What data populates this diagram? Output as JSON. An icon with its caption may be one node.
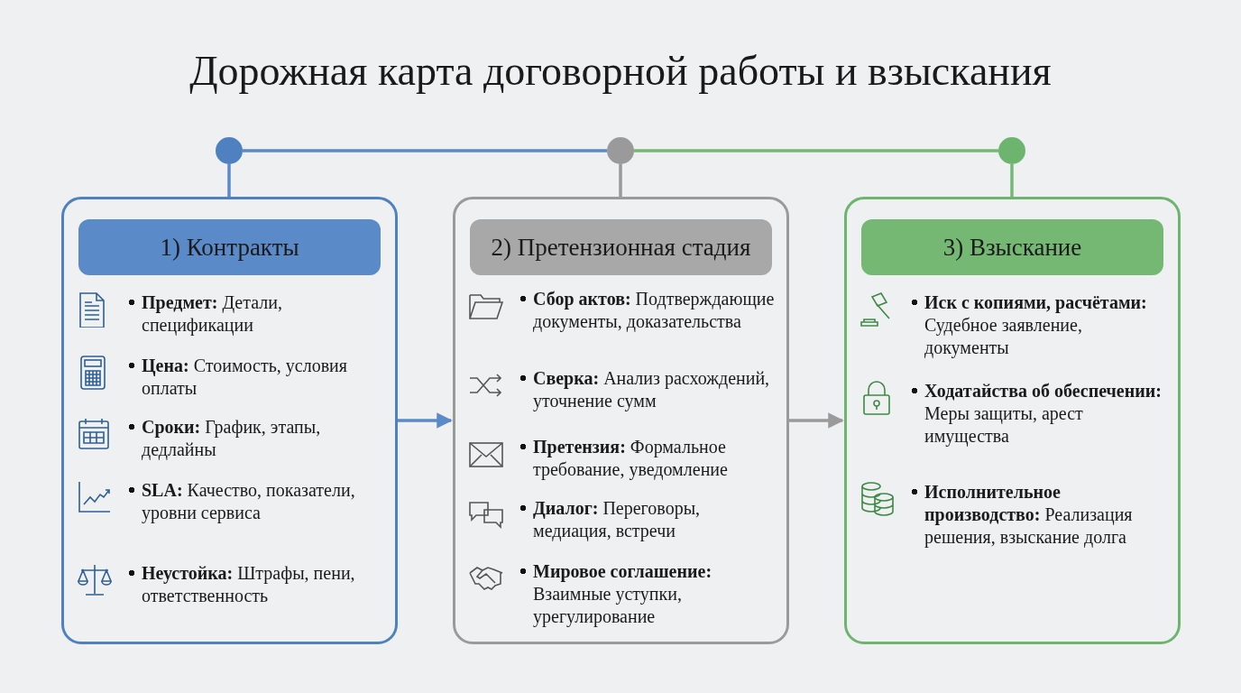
{
  "diagram": {
    "title": "Дорожная карта договорной работы и взыскания",
    "nodes": [
      {
        "text": [],
        "shape": "circle"
      },
      {
        "text": [],
        "shape": "circle"
      },
      {
        "text": [],
        "shape": "circle"
      },
      {
        "text": [
          "1) Контракты"
        ]
      },
      {
        "text": [
          "**Предмет:** Детали, спецификации"
        ],
        "in": 3
      },
      {
        "text": [
          "**Цена:** Стоимость, условия оплаты"
        ],
        "in": 3
      },
      {
        "text": [
          "**Сроки:** График, этапы, дедлайны"
        ],
        "in": 3
      },
      {
        "text": [
          "**SLA:** Качество, показатели, уровни сервиса"
        ],
        "in": 3
      },
      {
        "text": [
          "**Неустойка:** Штрафы, пени, ответственность"
        ],
        "in": 3
      },
      {
        "text": [
          "2) Претензионная стадия"
        ]
      },
      {
        "text": [
          "**Сбор актов:** Подтверждающие документы, доказательства"
        ],
        "in": 9
      },
      {
        "text": [
          "**Сверка:** Анализ расхождений, уточнение сумм"
        ],
        "in": 9
      },
      {
        "text": [
          "**Претензия:** Формальное требование, уведомление"
        ],
        "in": 9
      },
      {
        "text": [
          "**Диалог:** Переговоры, медиация, встречи"
        ],
        "in": 9
      },
      {
        "text": [
          "**Мировое соглашение:** Взаимные уступки, урегулирование"
        ],
        "in": 9
      },
      {
        "text": [
          "3) Взыскание"
        ]
      },
      {
        "text": [
          "**Иск с копиями, расчётами:** Судебное заявление, документы"
        ],
        "in": 15
      },
      {
        "text": [
          "**Ходатайства об обеспечении:** Меры защиты, арест имущества"
        ],
        "in": 15
      },
      {
        "text": [
          "**Исполнительное производство:** Реализация решения, взыскание долга"
        ],
        "in": 15
      }
    ],
    "edges": [
      {
        "from": 0,
        "to": 1,
        "arrow": "none",
        "color": "#5b8ac8"
      },
      {
        "from": 1,
        "to": 2,
        "arrow": "none",
        "color": "#74b874"
      },
      {
        "from": 0,
        "to": 3,
        "arrow": "none",
        "color": "#5b8ac8"
      },
      {
        "from": 1,
        "to": 9,
        "arrow": "none",
        "color": "#9a9a9a"
      },
      {
        "from": 2,
        "to": 15,
        "arrow": "none",
        "color": "#74b874"
      },
      {
        "from": 3,
        "to": 9,
        "arrow": "to",
        "color": "#5b8ac8"
      },
      {
        "from": 9,
        "to": 15,
        "arrow": "to",
        "color": "#9a9a9a"
      }
    ]
  }
}
